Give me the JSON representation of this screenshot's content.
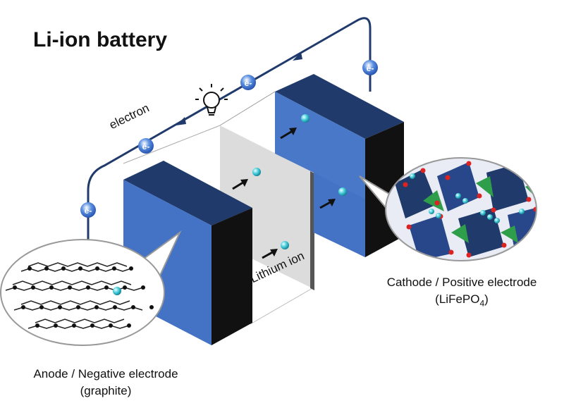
{
  "title": "Li-ion battery",
  "labels": {
    "electron": "electron",
    "lithium_ion": "Lithium ion",
    "anode_line1": "Anode / Negative electrode",
    "anode_line2": "(graphite)",
    "cathode_line1": "Cathode / Positive electrode",
    "cathode_formula_prefix": "(LiFePO",
    "cathode_formula_sub": "4",
    "cathode_formula_suffix": ")",
    "electron_symbol": "e-"
  },
  "colors": {
    "electrode_front": "#4472c4",
    "electrode_top": "#1f3a6b",
    "electrode_side": "#111111",
    "separator": "#dcdcdc",
    "wire": "#1f3a6b",
    "ion": "#3cc8d6"
  },
  "icons": [
    "light-bulb-icon",
    "electron-icon",
    "arrow-icon",
    "lithium-ion-icon"
  ]
}
